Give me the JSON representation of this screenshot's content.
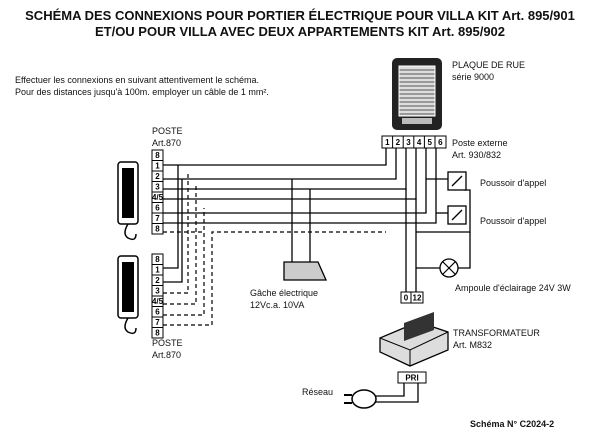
{
  "title": {
    "line1": "SCHÉMA DES CONNEXIONS POUR PORTIER ÉLECTRIQUE POUR VILLA KIT Art. 895/901",
    "line2": "ET/OU POUR VILLA AVEC DEUX  APPARTEMENTS KIT Art. 895/902"
  },
  "instructions": {
    "line1": "Effectuer les connexions en suivant attentivement le schéma.",
    "line2": "Pour des distances jusqu'à 100m. employer un câble de 1 mm²."
  },
  "street_panel": {
    "label1": "PLAQUE DE RUE",
    "label2": "série 9000"
  },
  "external_post": {
    "label1": "Poste externe",
    "label2": "Art. 930/832",
    "terminals": [
      "1",
      "2",
      "3",
      "4",
      "5",
      "6"
    ]
  },
  "post_top": {
    "label1": "POSTE",
    "label2": "Art.870",
    "terminals": [
      "8",
      "1",
      "2",
      "3",
      "4/5",
      "6",
      "7",
      "8"
    ]
  },
  "post_bottom": {
    "label1": "POSTE",
    "label2": "Art.870",
    "terminals": [
      "8",
      "1",
      "2",
      "3",
      "4/5",
      "6",
      "7",
      "8"
    ]
  },
  "push_button_1": "Poussoir d'appel",
  "push_button_2": "Poussoir d'appel",
  "lamp": "Ampoule d'éclairage 24V 3W",
  "strike": {
    "label1": "Gâche électrique",
    "label2": "12Vc.a. 10VA"
  },
  "transformer": {
    "label1": "TRANSFORMATEUR",
    "label2": "Art. M832",
    "terminals": [
      "0",
      "12"
    ],
    "primary": "PRI"
  },
  "mains": "Réseau",
  "schema_ref": "Schéma N° C2024-2"
}
